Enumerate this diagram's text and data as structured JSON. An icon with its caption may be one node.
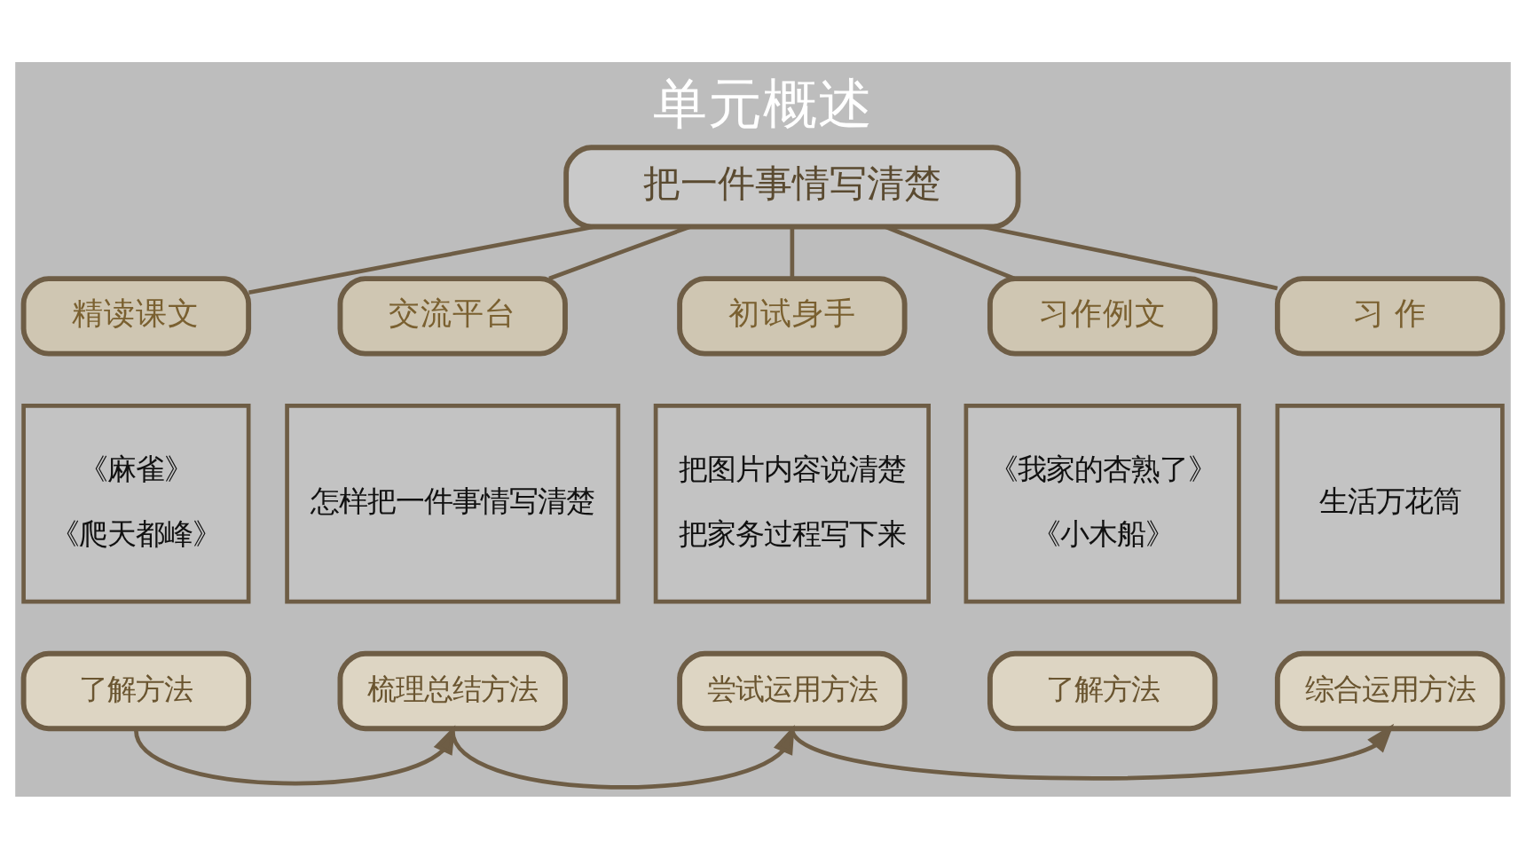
{
  "diagram": {
    "title": "单元概述",
    "nodes": [
      {
        "text": [
          "把一件事情写清楚"
        ]
      },
      {
        "text": [
          "精读课文"
        ]
      },
      {
        "text": [
          "交流平台"
        ]
      },
      {
        "text": [
          "初试身手"
        ]
      },
      {
        "text": [
          "习作例文"
        ]
      },
      {
        "text": [
          "习 作"
        ]
      },
      {
        "text": [
          "《麻雀》",
          "《爬天都峰》"
        ]
      },
      {
        "text": [
          "怎样把一件事情写清楚"
        ]
      },
      {
        "text": [
          "把图片内容说清楚",
          "把家务过程写下来"
        ]
      },
      {
        "text": [
          "《我家的杏熟了》",
          "《小木船》"
        ]
      },
      {
        "text": [
          "生活万花筒"
        ]
      },
      {
        "text": [
          "了解方法"
        ]
      },
      {
        "text": [
          "梳理总结方法"
        ]
      },
      {
        "text": [
          "尝试运用方法"
        ]
      },
      {
        "text": [
          "了解方法"
        ]
      },
      {
        "text": [
          "综合运用方法"
        ]
      }
    ],
    "edges": [
      {
        "from": 0,
        "to": 1,
        "arrow": "none"
      },
      {
        "from": 0,
        "to": 2,
        "arrow": "none"
      },
      {
        "from": 0,
        "to": 3,
        "arrow": "none"
      },
      {
        "from": 0,
        "to": 4,
        "arrow": "none"
      },
      {
        "from": 0,
        "to": 5,
        "arrow": "none"
      },
      {
        "from": 11,
        "to": 12,
        "arrow": "to"
      },
      {
        "from": 12,
        "to": 13,
        "arrow": "to"
      },
      {
        "from": 13,
        "to": 15,
        "arrow": "to"
      }
    ]
  }
}
